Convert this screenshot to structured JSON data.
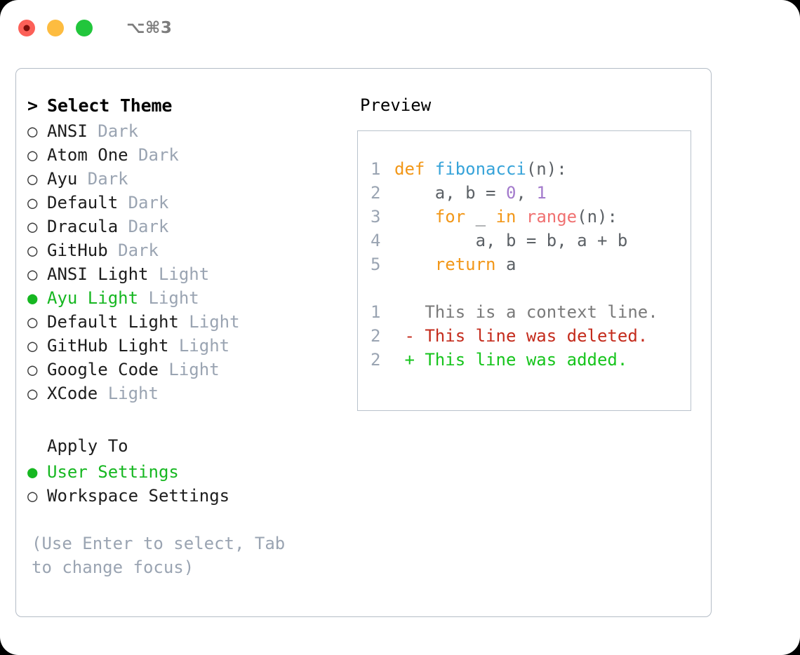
{
  "titlebar": {
    "lights": [
      {
        "name": "close-button",
        "color": "#fc6058",
        "recording": true
      },
      {
        "name": "minimize-button",
        "color": "#fdbc40",
        "recording": false
      },
      {
        "name": "maximize-button",
        "color": "#22c63c",
        "recording": false
      }
    ],
    "shortcut": "⌥⌘3"
  },
  "left_panel": {
    "title": "Select Theme",
    "caret": ">",
    "markers": {
      "unselected": "○",
      "selected": "●"
    },
    "accent_color": "#16b721",
    "themes": [
      {
        "name": "ANSI",
        "variant": "Dark",
        "selected": false
      },
      {
        "name": "Atom One",
        "variant": "Dark",
        "selected": false
      },
      {
        "name": "Ayu",
        "variant": "Dark",
        "selected": false
      },
      {
        "name": "Default",
        "variant": "Dark",
        "selected": false
      },
      {
        "name": "Dracula",
        "variant": "Dark",
        "selected": false
      },
      {
        "name": "GitHub",
        "variant": "Dark",
        "selected": false
      },
      {
        "name": "ANSI Light",
        "variant": "Light",
        "selected": false
      },
      {
        "name": "Ayu Light",
        "variant": "Light",
        "selected": true
      },
      {
        "name": "Default Light",
        "variant": "Light",
        "selected": false
      },
      {
        "name": "GitHub Light",
        "variant": "Light",
        "selected": false
      },
      {
        "name": "Google Code",
        "variant": "Light",
        "selected": false
      },
      {
        "name": "XCode",
        "variant": "Light",
        "selected": false
      }
    ],
    "apply_to": {
      "title": "Apply To",
      "options": [
        {
          "label": "User Settings",
          "selected": true
        },
        {
          "label": "Workspace Settings",
          "selected": false
        }
      ]
    },
    "hint": "(Use Enter to select, Tab to change focus)"
  },
  "preview": {
    "title": "Preview",
    "code_lines": [
      {
        "no": "1",
        "tokens": [
          {
            "t": "def ",
            "c": "kw"
          },
          {
            "t": "fibonacci",
            "c": "fn"
          },
          {
            "t": "(n):",
            "c": "pl"
          }
        ]
      },
      {
        "no": "2",
        "tokens": [
          {
            "t": "    a, b = ",
            "c": "pl"
          },
          {
            "t": "0",
            "c": "num"
          },
          {
            "t": ", ",
            "c": "pl"
          },
          {
            "t": "1",
            "c": "num"
          }
        ]
      },
      {
        "no": "3",
        "tokens": [
          {
            "t": "    ",
            "c": "pl"
          },
          {
            "t": "for",
            "c": "kw"
          },
          {
            "t": " _ ",
            "c": "pl"
          },
          {
            "t": "in",
            "c": "kw"
          },
          {
            "t": " ",
            "c": "pl"
          },
          {
            "t": "range",
            "c": "bi"
          },
          {
            "t": "(n):",
            "c": "pl"
          }
        ]
      },
      {
        "no": "4",
        "tokens": [
          {
            "t": "        a, b = b, a + b",
            "c": "pl"
          }
        ]
      },
      {
        "no": "5",
        "tokens": [
          {
            "t": "    ",
            "c": "pl"
          },
          {
            "t": "return",
            "c": "kw"
          },
          {
            "t": " a",
            "c": "pl"
          }
        ]
      }
    ],
    "diff_lines": [
      {
        "no": "1",
        "tokens": [
          {
            "t": "   This is a context line.",
            "c": "ctx"
          }
        ]
      },
      {
        "no": "2",
        "tokens": [
          {
            "t": " - This line was deleted.",
            "c": "del"
          }
        ]
      },
      {
        "no": "2",
        "tokens": [
          {
            "t": " + This line was added.",
            "c": "add"
          }
        ]
      }
    ]
  }
}
